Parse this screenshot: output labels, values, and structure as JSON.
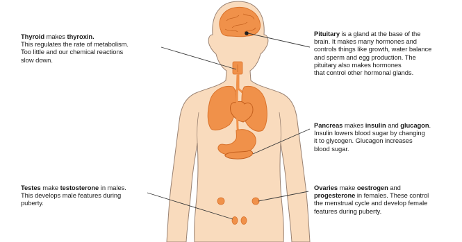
{
  "colors": {
    "skin": "#f9dbbd",
    "skin_outline": "#9a8272",
    "organ": "#f0914a",
    "organ_outline": "#d9722b",
    "leader_line": "#3a3a3a",
    "text": "#1a1a1a"
  },
  "annotations": {
    "thyroid": {
      "lines": [
        [
          {
            "t": "Thyroid",
            "b": true
          },
          {
            "t": " makes "
          },
          {
            "t": "thyroxin.",
            "b": true
          }
        ],
        [
          {
            "t": "This regulates the rate of metabolism."
          }
        ],
        [
          {
            "t": "Too little and our chemical reactions"
          }
        ],
        [
          {
            "t": "slow down."
          }
        ]
      ]
    },
    "pituitary": {
      "lines": [
        [
          {
            "t": "Pituitary",
            "b": true
          },
          {
            "t": " is a gland at the base of the"
          }
        ],
        [
          {
            "t": "brain. It makes many hormones and"
          }
        ],
        [
          {
            "t": "controls things like growth, water balance"
          }
        ],
        [
          {
            "t": "and sperm and egg production. The"
          }
        ],
        [
          {
            "t": "pituitary also makes hormones"
          }
        ],
        [
          {
            "t": "that control other hormonal glands."
          }
        ]
      ]
    },
    "pancreas": {
      "lines": [
        [
          {
            "t": "Pancreas",
            "b": true
          },
          {
            "t": " makes "
          },
          {
            "t": "insulin",
            "b": true
          },
          {
            "t": " and "
          },
          {
            "t": "glucagon",
            "b": true
          },
          {
            "t": "."
          }
        ],
        [
          {
            "t": "Insulin lowers blood sugar by changing"
          }
        ],
        [
          {
            "t": "it to glycogen. Glucagon increases"
          }
        ],
        [
          {
            "t": "blood sugar."
          }
        ]
      ]
    },
    "testes": {
      "lines": [
        [
          {
            "t": "Testes",
            "b": true
          },
          {
            "t": " make "
          },
          {
            "t": "testosterone",
            "b": true
          },
          {
            "t": " in males."
          }
        ],
        [
          {
            "t": "This develops male features during"
          }
        ],
        [
          {
            "t": "puberty."
          }
        ]
      ]
    },
    "ovaries": {
      "lines": [
        [
          {
            "t": "Ovaries",
            "b": true
          },
          {
            "t": " make "
          },
          {
            "t": "oestrogen",
            "b": true
          },
          {
            "t": " and"
          }
        ],
        [
          {
            "t": "progesterone",
            "b": true
          },
          {
            "t": " in females. These control"
          }
        ],
        [
          {
            "t": "the menstrual cycle and develop female"
          }
        ],
        [
          {
            "t": "features during puberty."
          }
        ]
      ]
    }
  }
}
